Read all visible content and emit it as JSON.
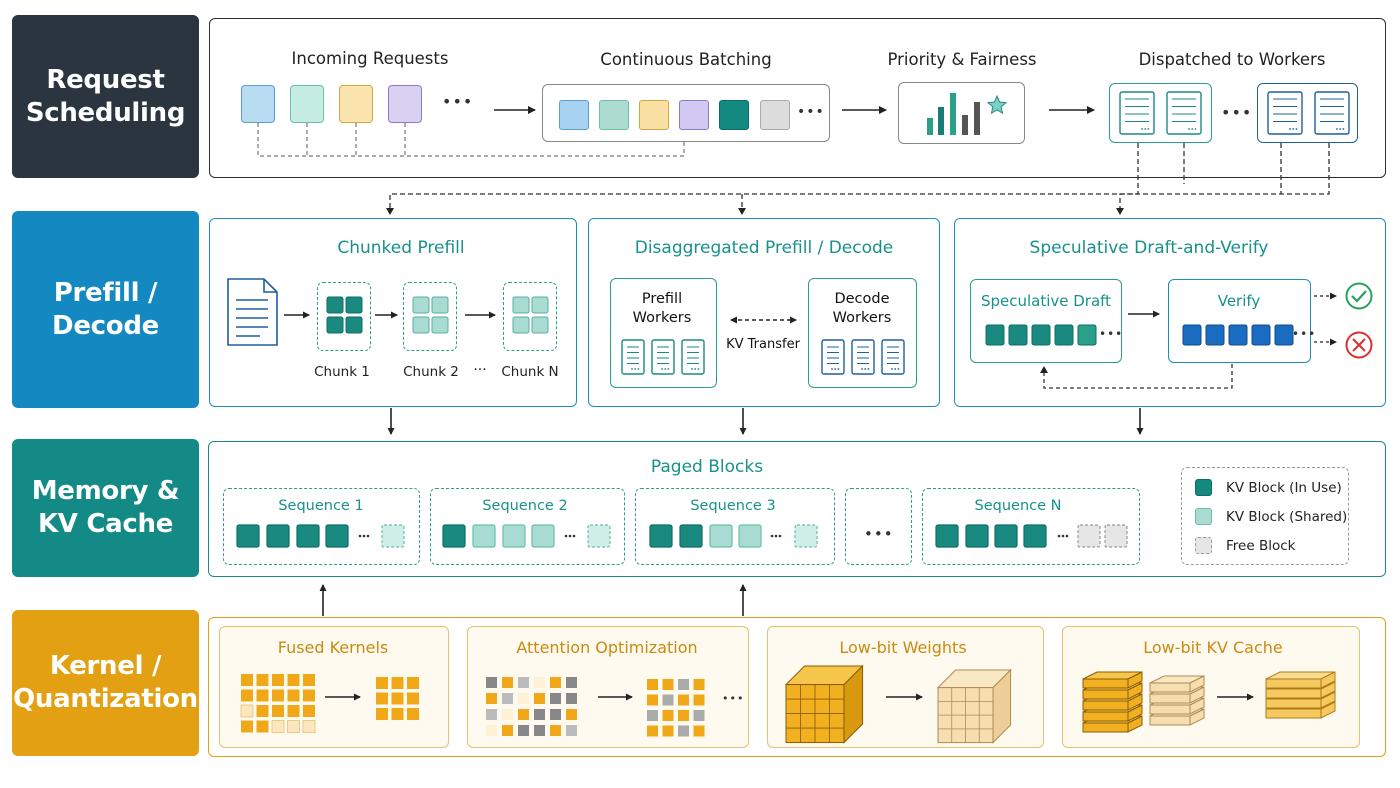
{
  "colors": {
    "dark": "#2a3540",
    "blue": "#1488c0",
    "teal": "#138a86",
    "gold": "#e2a012",
    "teal_dark": "#1a8a80",
    "teal_light": "#a8dcd2",
    "navy": "#1e5fa0",
    "gold_text": "#c98a10",
    "teal_text": "#17918c"
  },
  "rows": {
    "scheduling": {
      "label": "Request\nScheduling",
      "stages": {
        "incoming": "Incoming Requests",
        "batching": "Continuous Batching",
        "priority": "Priority & Fairness",
        "dispatched": "Dispatched to Workers"
      }
    },
    "prefill": {
      "label": "Prefill /\nDecode",
      "chunked": {
        "title": "Chunked Prefill",
        "chunk1": "Chunk 1",
        "chunk2": "Chunk 2",
        "chunkn": "Chunk N",
        "ellipsis": "···"
      },
      "disagg": {
        "title": "Disaggregated Prefill / Decode",
        "prefill_workers": "Prefill\nWorkers",
        "decode_workers": "Decode\nWorkers",
        "kv_transfer": "KV Transfer"
      },
      "spec": {
        "title": "Speculative Draft-and-Verify",
        "draft": "Speculative Draft",
        "verify": "Verify"
      }
    },
    "memory": {
      "label": "Memory &\nKV Cache",
      "title": "Paged Blocks",
      "sequences": [
        "Sequence 1",
        "Sequence 2",
        "Sequence 3",
        "Sequence N"
      ],
      "legend": {
        "in_use": "KV Block (In Use)",
        "shared": "KV Block (Shared)",
        "free": "Free Block"
      }
    },
    "kernel": {
      "label": "Kernel /\nQuantization",
      "cards": [
        "Fused Kernels",
        "Attention Optimization",
        "Low-bit Weights",
        "Low-bit KV Cache"
      ]
    }
  },
  "icons": {
    "request_block": "request-block-icon",
    "chart": "bar-chart-icon",
    "star": "star-icon",
    "server": "server-icon",
    "document": "document-icon",
    "check": "check-circle-icon",
    "cross": "x-circle-icon",
    "cube": "cube-icon",
    "stack": "stacked-slabs-icon"
  }
}
